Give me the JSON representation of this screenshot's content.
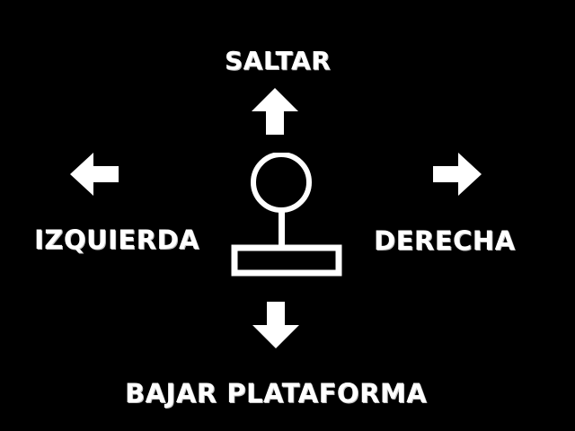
{
  "controls": {
    "up_label": "SALTAR",
    "left_label": "IZQUIERDA",
    "right_label": "DERECHA",
    "down_label": "BAJAR PLATAFORMA"
  },
  "icons": {
    "up": "arrow-up-icon",
    "left": "arrow-left-icon",
    "right": "arrow-right-icon",
    "down": "arrow-down-icon",
    "center": "joystick-icon"
  },
  "colors": {
    "background": "#000000",
    "foreground": "#ffffff"
  }
}
